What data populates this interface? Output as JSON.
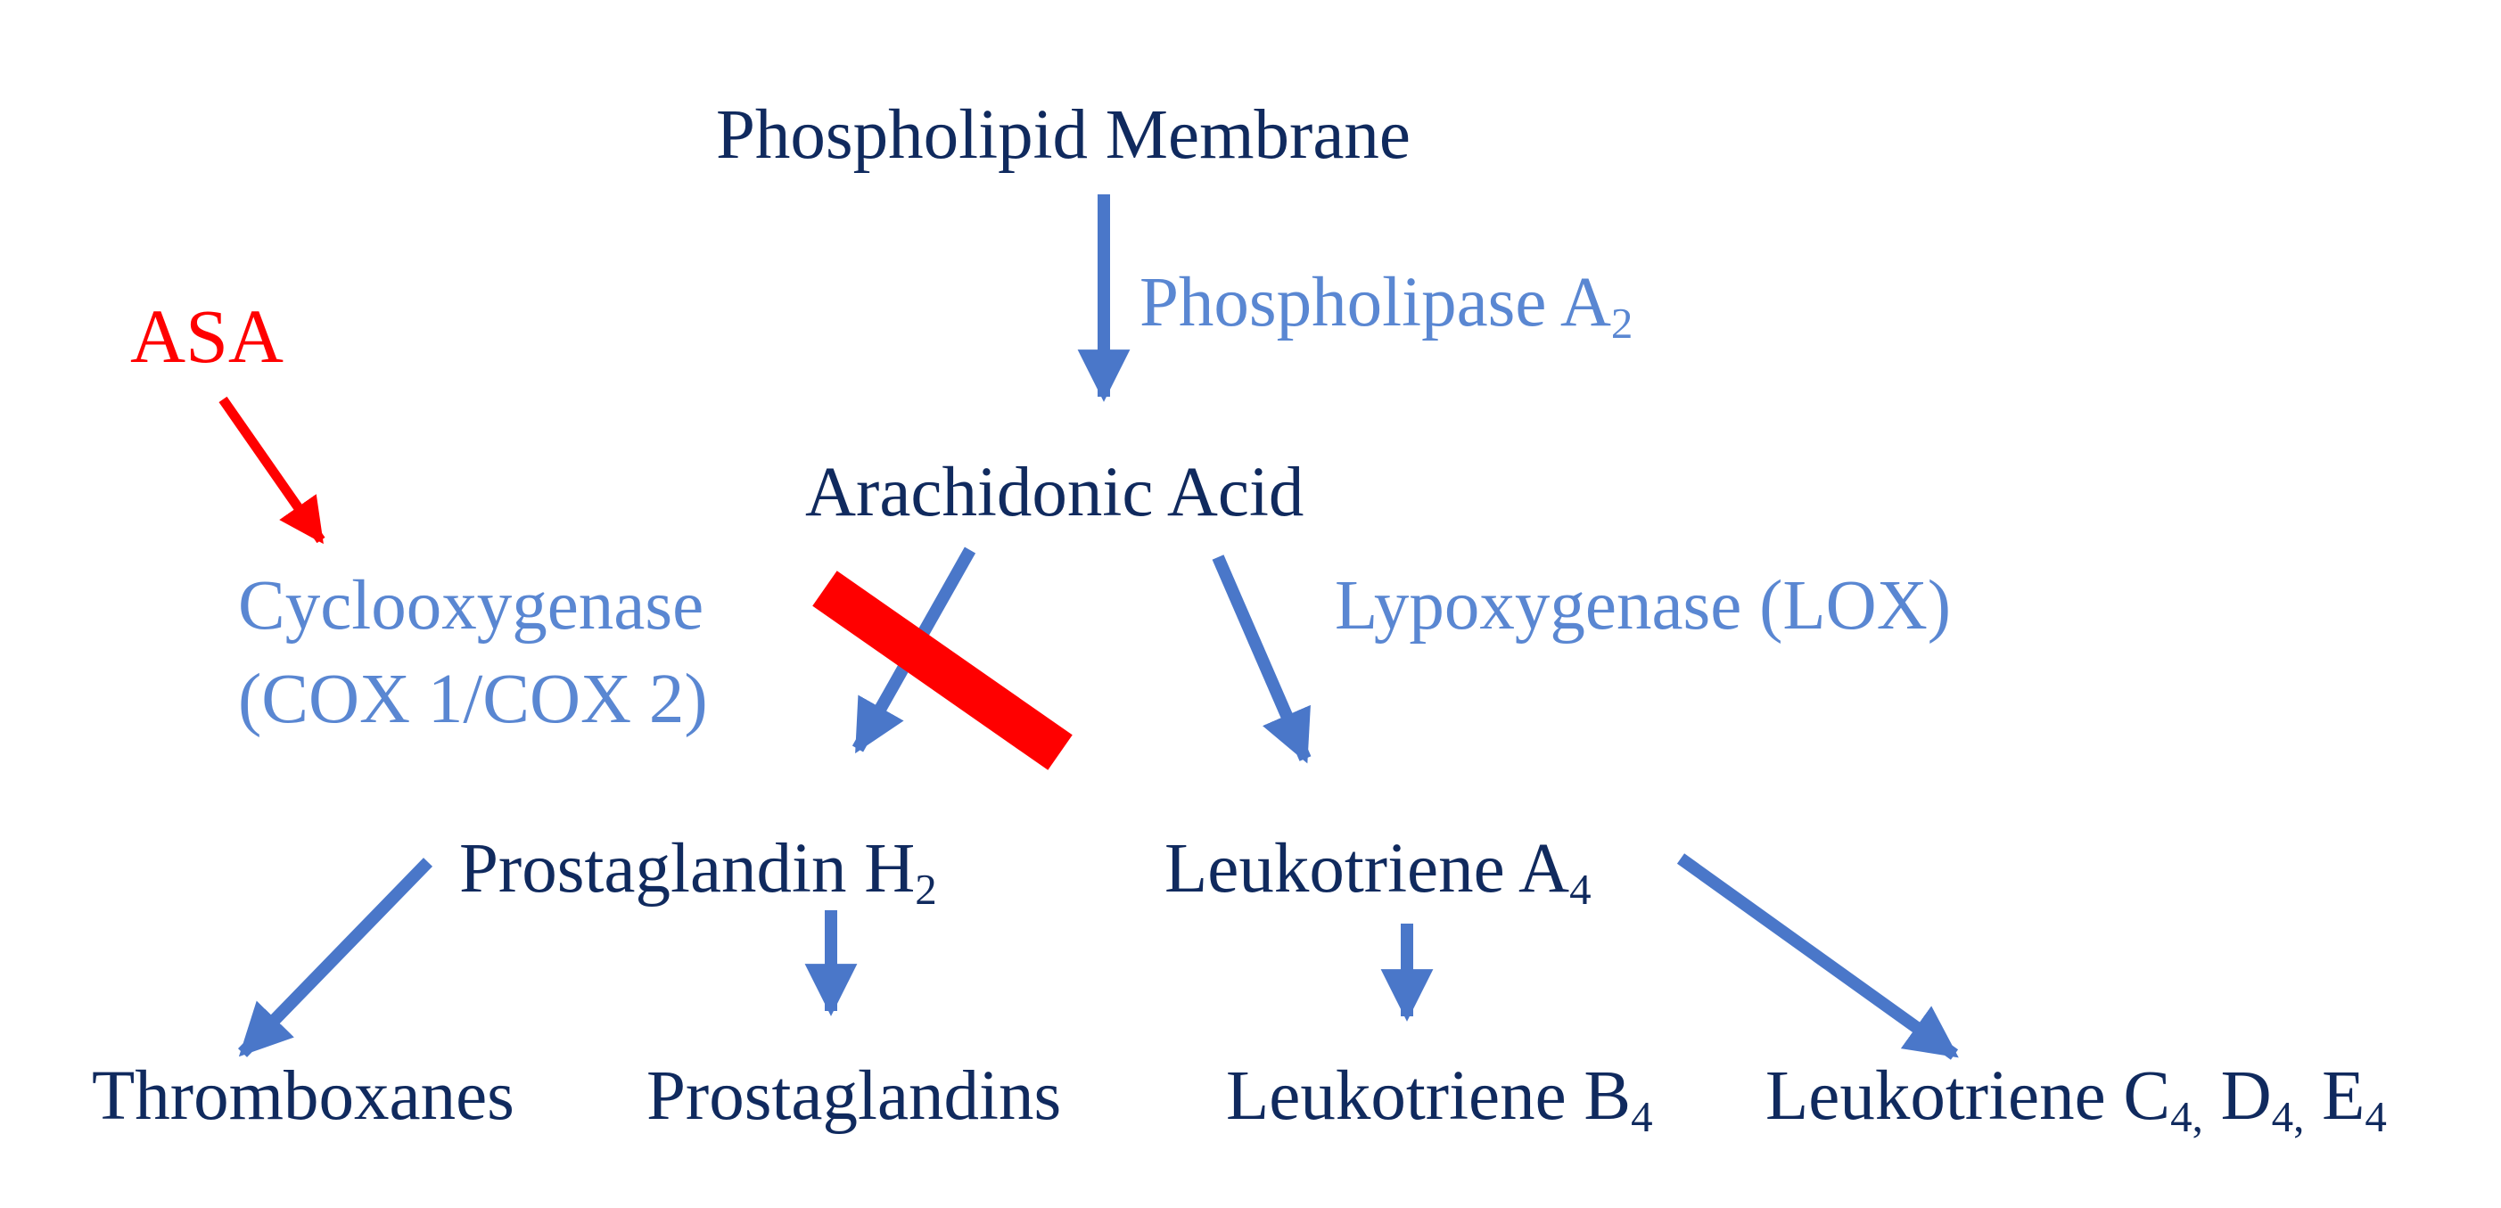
{
  "colors": {
    "node_text": "#102a5e",
    "enzyme_text": "#5a87d2",
    "arrow": "#4a77c9",
    "inhibitor": "#ff0000"
  },
  "nodes": {
    "phospholipid_membrane": "Phospholipid Membrane",
    "arachidonic_acid": "Arachidonic Acid",
    "prostaglandin_h2": {
      "text": "Prostaglandin H",
      "sub": "2"
    },
    "leukotriene_a4": {
      "text": "Leukotriene A",
      "sub": "4"
    },
    "thromboxanes": "Thromboxanes",
    "prostaglandins": "Prostaglandins",
    "leukotriene_b4": {
      "text": "Leukotriene B",
      "sub": "4"
    },
    "leukotriene_cde": {
      "text": "Leukotriene C",
      "sub_c": "4,",
      "d": " D",
      "sub_d": "4,",
      "e": " E",
      "sub_e": "4"
    }
  },
  "enzymes": {
    "phospholipase": {
      "text": "Phospholipase A",
      "sub": "2"
    },
    "cyclooxygenase_line1": "Cyclooxygenase",
    "cyclooxygenase_line2": "(COX 1/COX 2)",
    "lipoxygenase": "Lypoxygenase (LOX)"
  },
  "inhibitor": {
    "label": "ASA"
  },
  "edges": [
    {
      "from": "phospholipid_membrane",
      "to": "arachidonic_acid",
      "label": "phospholipase"
    },
    {
      "from": "arachidonic_acid",
      "to": "prostaglandin_h2",
      "label": "cyclooxygenase",
      "blocked_by": "ASA"
    },
    {
      "from": "arachidonic_acid",
      "to": "leukotriene_a4",
      "label": "lipoxygenase"
    },
    {
      "from": "prostaglandin_h2",
      "to": "thromboxanes"
    },
    {
      "from": "prostaglandin_h2",
      "to": "prostaglandins"
    },
    {
      "from": "leukotriene_a4",
      "to": "leukotriene_b4"
    },
    {
      "from": "leukotriene_a4",
      "to": "leukotriene_cde"
    },
    {
      "from": "ASA",
      "to": "cyclooxygenase",
      "type": "inhibits"
    }
  ]
}
